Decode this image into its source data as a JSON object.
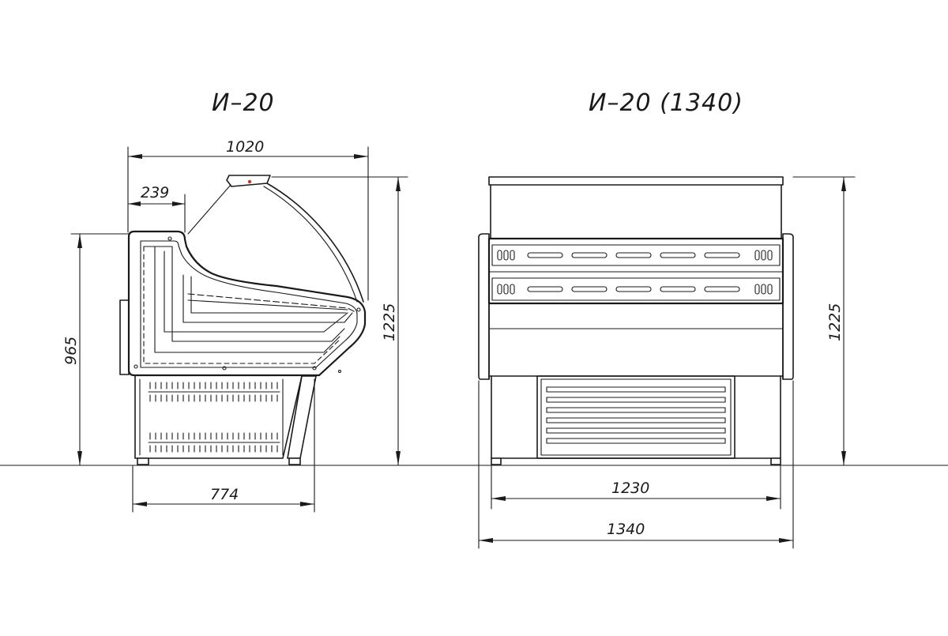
{
  "views": {
    "side": {
      "title": "И–20"
    },
    "front": {
      "title": "И–20 (1340)"
    }
  },
  "dimensions": {
    "side_overall_width": "1020",
    "side_front_offset": "239",
    "side_counter_height": "965",
    "side_total_height": "1225",
    "side_base_depth": "774",
    "front_total_height": "1225",
    "front_base_width": "1230",
    "front_overall_width": "1340"
  },
  "colors": {
    "line": "#1a1a1a",
    "background": "#ffffff",
    "lamp": "#c0392b"
  }
}
